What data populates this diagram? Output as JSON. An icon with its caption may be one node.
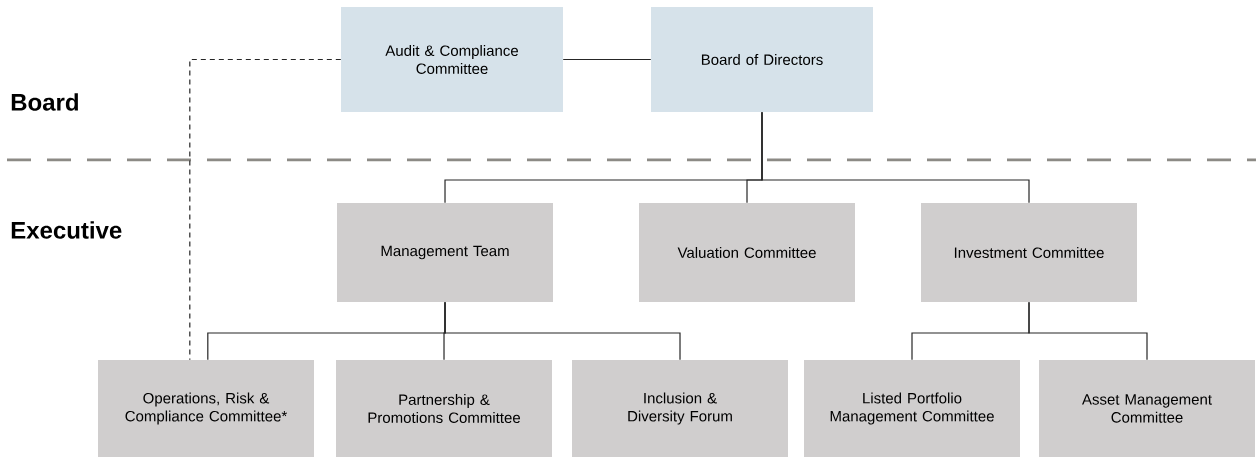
{
  "diagram": {
    "nodes": [
      {
        "text": [
          "Audit & Compliance Committee"
        ]
      },
      {
        "text": [
          "Board of Directors"
        ]
      },
      {
        "text": [
          "Management Team"
        ]
      },
      {
        "text": [
          "Valuation Committee"
        ]
      },
      {
        "text": [
          "Investment Committee"
        ]
      },
      {
        "text": [
          "Operations, Risk & Compliance Committee*"
        ]
      },
      {
        "text": [
          "Partnership & Promotions Committee"
        ]
      },
      {
        "text": [
          "Inclusion & Diversity Forum"
        ]
      },
      {
        "text": [
          "Listed Portfolio Management Committee"
        ]
      },
      {
        "text": [
          "Asset Management Committee"
        ]
      }
    ],
    "edges": [
      {
        "from": 0,
        "to": 1,
        "arrow": "none"
      },
      {
        "from": 1,
        "to": 2,
        "arrow": "none"
      },
      {
        "from": 1,
        "to": 3,
        "arrow": "none"
      },
      {
        "from": 1,
        "to": 4,
        "arrow": "none"
      },
      {
        "from": 2,
        "to": 5,
        "arrow": "none"
      },
      {
        "from": 2,
        "to": 6,
        "arrow": "none"
      },
      {
        "from": 2,
        "to": 7,
        "arrow": "none"
      },
      {
        "from": 4,
        "to": 8,
        "arrow": "none"
      },
      {
        "from": 4,
        "to": 9,
        "arrow": "none"
      },
      {
        "from": 0,
        "to": 5,
        "arrow": "none",
        "style": "dashed"
      }
    ],
    "labels": [
      "Board",
      "Executive"
    ]
  }
}
